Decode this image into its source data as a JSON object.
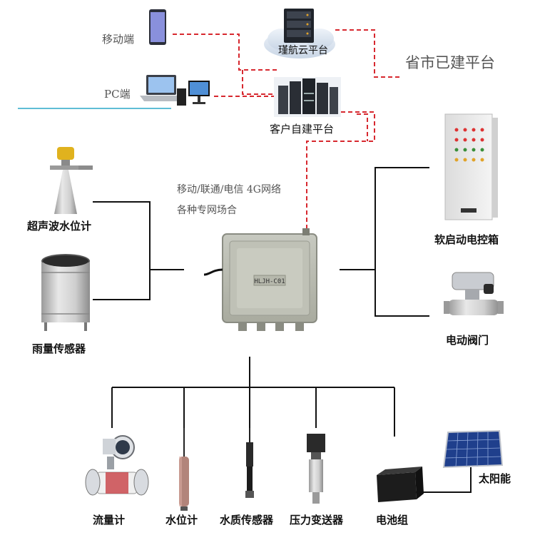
{
  "nodes": {
    "mobile": "移动端",
    "pc": "PC端",
    "cloud": "瑾航云平台",
    "customer": "客户自建平台",
    "province": "省市已建平台",
    "network_line1": "移动/联通/电信 4G网络",
    "network_line2": "各种专网场合",
    "device_label": "HLJH-C01",
    "ultrasonic": "超声波水位计",
    "rain": "雨量传感器",
    "soft_start": "软启动电控箱",
    "valve": "电动阀门",
    "flow": "流量计",
    "water_level": "水位计",
    "water_quality": "水质传感器",
    "pressure": "压力变送器",
    "battery": "电池组",
    "solar": "太阳能"
  },
  "colors": {
    "dashed_link": "#d7282f",
    "solid_link": "#111111",
    "accent_line": "#2aa7c9"
  },
  "icons": [
    "phone-icon",
    "laptop-icon",
    "desktop-pc-icon",
    "monitor-icon",
    "cloud-server-icon",
    "server-rack-icon",
    "radar-level-sensor-icon",
    "rain-gauge-icon",
    "control-cabinet-icon",
    "electric-valve-icon",
    "flowmeter-icon",
    "submersible-level-sensor-icon",
    "water-quality-probe-icon",
    "pressure-transmitter-icon",
    "battery-icon",
    "solar-panel-icon",
    "rtu-device-icon"
  ]
}
